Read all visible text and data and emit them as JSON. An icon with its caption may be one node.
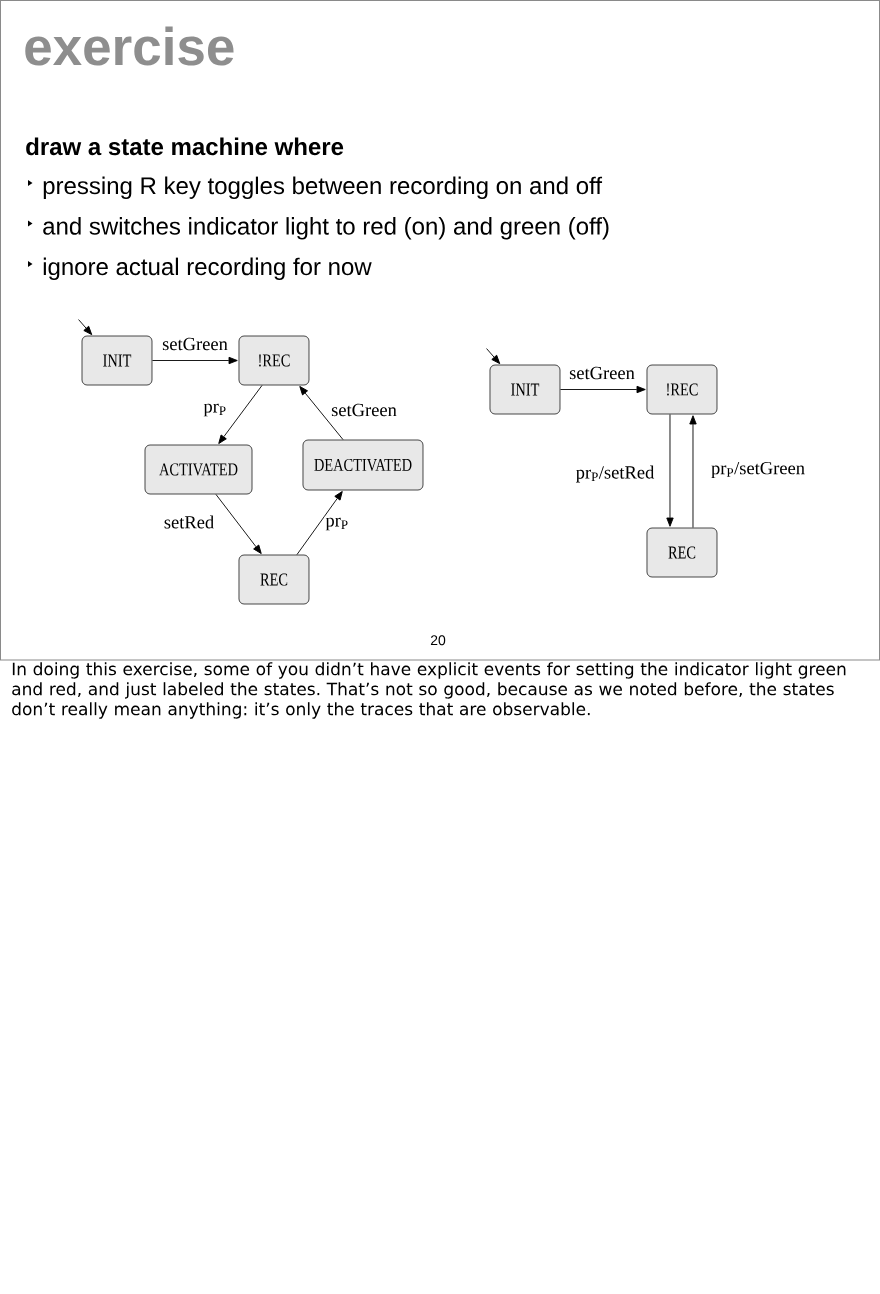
{
  "diagram": {
    "title": "exercise",
    "nodes": [
      {
        "text": [
          "INIT"
        ]
      },
      {
        "text": [
          "!REC"
        ]
      },
      {
        "text": [
          "ACTIVATED"
        ]
      },
      {
        "text": [
          "DEACTIVATED"
        ]
      },
      {
        "text": [
          "REC"
        ]
      },
      {
        "text": [
          "INIT"
        ]
      },
      {
        "text": [
          "!REC"
        ]
      },
      {
        "text": [
          "REC"
        ]
      }
    ],
    "edges": [
      {
        "from": null,
        "to": 0,
        "arrow": "to"
      },
      {
        "from": 0,
        "to": 1,
        "arrow": "to",
        "label": "setGreen"
      },
      {
        "from": 1,
        "to": 2,
        "arrow": "to",
        "label": "pr$_{P}$"
      },
      {
        "from": 2,
        "to": 4,
        "arrow": "to",
        "label": "setRed"
      },
      {
        "from": 4,
        "to": 3,
        "arrow": "to",
        "label": "pr$_{P}$"
      },
      {
        "from": 3,
        "to": 1,
        "arrow": "to",
        "label": "setGreen"
      },
      {
        "from": null,
        "to": 5,
        "arrow": "to"
      },
      {
        "from": 5,
        "to": 6,
        "arrow": "to",
        "label": "setGreen"
      },
      {
        "from": 6,
        "to": 7,
        "arrow": "to",
        "label": "pr$_{P}$/setRed"
      },
      {
        "from": 7,
        "to": 6,
        "arrow": "to",
        "label": "pr$_{P}$/setGreen"
      }
    ],
    "labels": [
      "draw a state machine where",
      "pressing R key toggles between recording on and off",
      "and switches indicator light to red (on) and green (off)",
      "ignore actual recording for now",
      "20",
      "In doing this exercise, some of you didn’t have explicit events for setting the indicator light green and red, and just labeled the states. That’s not so good, because as we noted before, the states don’t really mean anything: it’s only the traces that are observable."
    ]
  }
}
